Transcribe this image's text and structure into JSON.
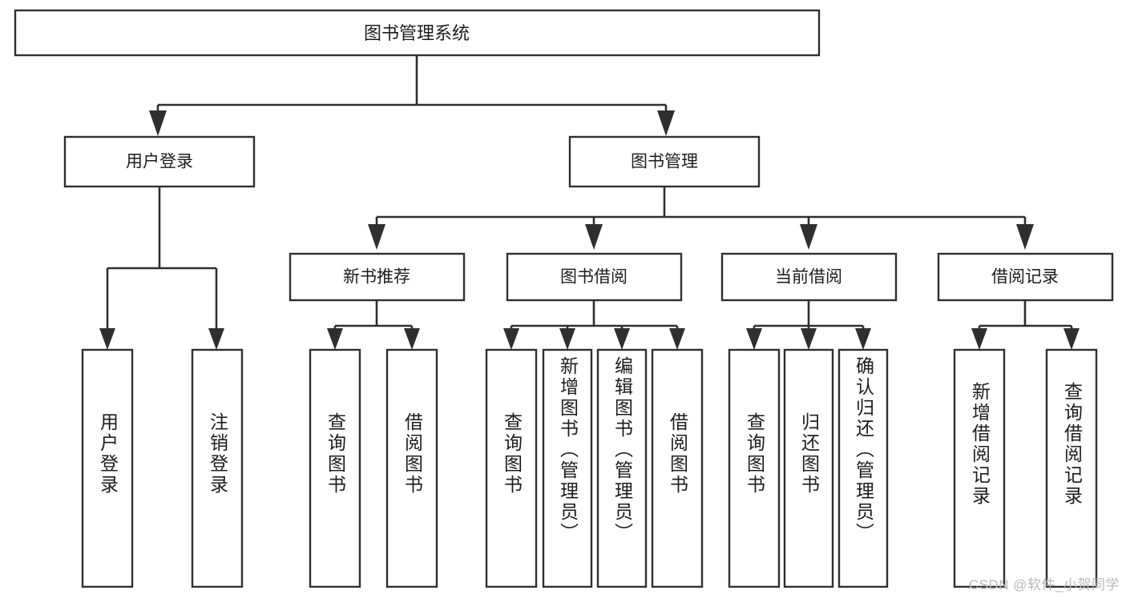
{
  "diagram": {
    "title": "图书管理系统",
    "type": "tree-hierarchy",
    "watermark": "CSDN @软件_小贺同学",
    "colors": {
      "stroke": "#2f2f2f",
      "fill": "#ffffff",
      "text": "#1c1c1c",
      "watermark": "#b9b9b9"
    },
    "root": {
      "label": "图书管理系统"
    },
    "level2": [
      {
        "label": "用户登录"
      },
      {
        "label": "图书管理"
      }
    ],
    "level3": [
      {
        "label": "新书推荐"
      },
      {
        "label": "图书借阅"
      },
      {
        "label": "当前借阅"
      },
      {
        "label": "借阅记录"
      }
    ],
    "leaves": {
      "user_login": [
        {
          "label": "用户登录"
        },
        {
          "label": "注销登录"
        }
      ],
      "new_book_recommend": [
        {
          "label": "查询图书"
        },
        {
          "label": "借阅图书"
        }
      ],
      "book_borrow": [
        {
          "label": "查询图书"
        },
        {
          "label": "新增图书（管理员）"
        },
        {
          "label": "编辑图书（管理员）"
        },
        {
          "label": "借阅图书"
        }
      ],
      "current_borrow": [
        {
          "label": "查询图书"
        },
        {
          "label": "归还图书"
        },
        {
          "label": "确认归还（管理员）"
        }
      ],
      "borrow_record": [
        {
          "label": "新增借阅记录"
        },
        {
          "label": "查询借阅记录"
        }
      ]
    }
  }
}
